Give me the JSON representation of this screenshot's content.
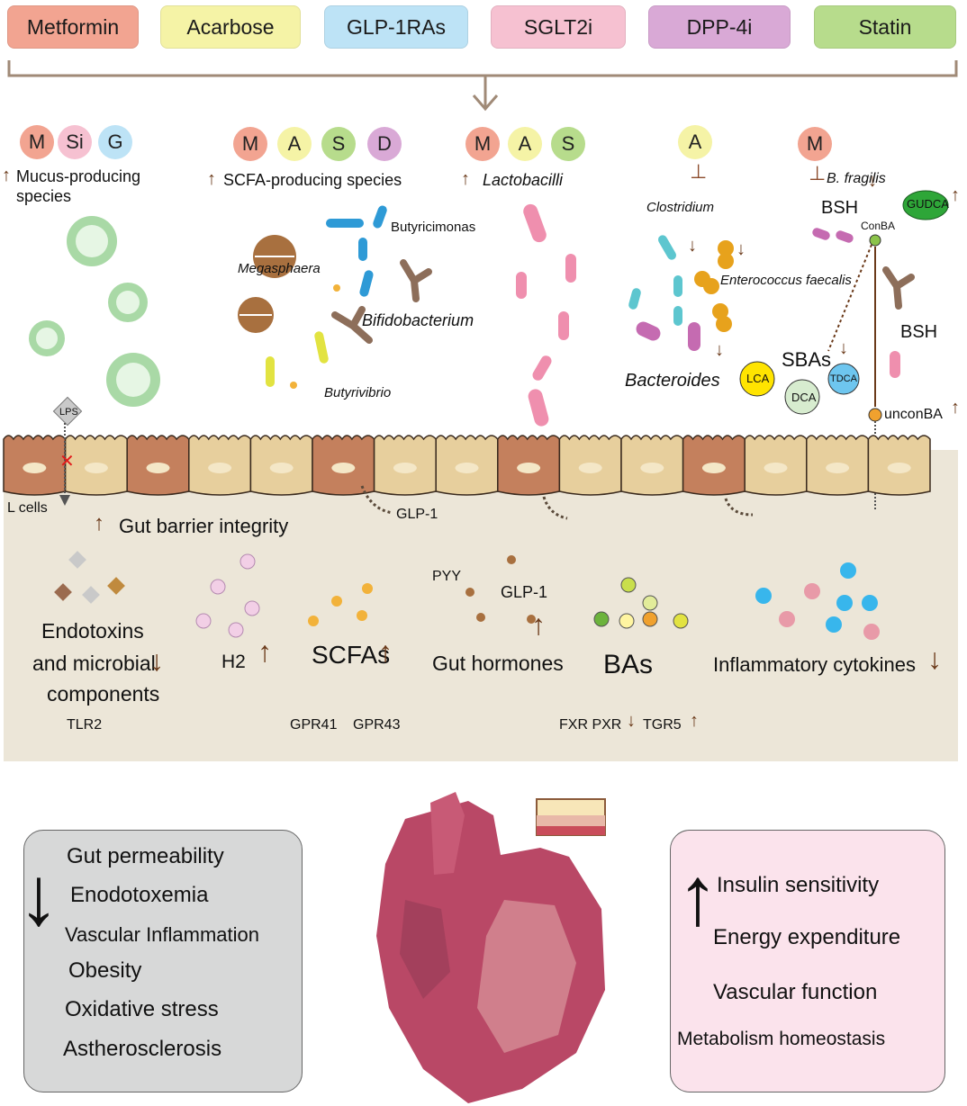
{
  "drugs": [
    {
      "label": "Metformin",
      "color": "#f2a491"
    },
    {
      "label": "Acarbose",
      "color": "#f5f3a6"
    },
    {
      "label": "GLP-1RAs",
      "color": "#bde3f6"
    },
    {
      "label": "SGLT2i",
      "color": "#f6c1d1"
    },
    {
      "label": "DPP-4i",
      "color": "#d9a9d6"
    },
    {
      "label": "Statin",
      "color": "#b7dc8c"
    }
  ],
  "groups": {
    "mucus": {
      "circles": [
        {
          "letter": "M",
          "color": "#f2a491"
        },
        {
          "letter": "Si",
          "color": "#f6c1d1"
        },
        {
          "letter": "G",
          "color": "#bde3f6"
        }
      ],
      "line1": "Mucus-producing",
      "line2": "species"
    },
    "scfa": {
      "circles": [
        {
          "letter": "M",
          "color": "#f2a491"
        },
        {
          "letter": "A",
          "color": "#f5f3a6"
        },
        {
          "letter": "S",
          "color": "#b7dc8c"
        },
        {
          "letter": "D",
          "color": "#d9a9d6"
        }
      ],
      "label": "SCFA-producing species"
    },
    "lacto": {
      "circles": [
        {
          "letter": "M",
          "color": "#f2a491"
        },
        {
          "letter": "A",
          "color": "#f5f3a6"
        },
        {
          "letter": "S",
          "color": "#b7dc8c"
        }
      ],
      "label": "Lactobacilli"
    },
    "clos": {
      "circle": {
        "letter": "A",
        "color": "#f5f3a6"
      },
      "label": "Clostridium"
    },
    "frag": {
      "circle": {
        "letter": "M",
        "color": "#f2a491"
      },
      "label": "B. fragilis"
    }
  },
  "species": {
    "butyricimonas": "Butyricimonas",
    "megasphaera": "Megasphaera",
    "bifidobacterium": "Bifidobacterium",
    "butyrivibrio": "Butyrivibrio",
    "enterococcus": "Enterococcus faecalis",
    "bacteroides": "Bacteroides"
  },
  "bile": {
    "bsh_top": "BSH",
    "gudca": "GUDCA",
    "conba": "ConBA",
    "bsh_right": "BSH",
    "sbas": "SBAs",
    "lca": "LCA",
    "dca": "DCA",
    "tdca": "TDCA",
    "unconba": "unconBA"
  },
  "epithelium": {
    "lps": "LPS",
    "l_cells": "L cells",
    "barrier": "Gut barrier integrity",
    "glp1": "GLP-1"
  },
  "lumen": {
    "endo1": "Endotoxins",
    "endo2": "and microbial",
    "endo3": "components",
    "tlr2": "TLR2",
    "h2": "H2",
    "scfas": "SCFAs",
    "gpr41": "GPR41",
    "gpr43": "GPR43",
    "pyy": "PYY",
    "glp1": "GLP-1",
    "hormones": "Gut hormones",
    "bas": "BAs",
    "fxr": "FXR PXR",
    "tgr5": "TGR5",
    "cytokines": "Inflammatory cytokines"
  },
  "left_box": {
    "items": [
      "Gut permeability",
      "Enodotoxemia",
      "Vascular Inflammation",
      "Obesity",
      "Oxidative stress",
      "Astherosclerosis"
    ]
  },
  "right_box": {
    "items": [
      "Insulin sensitivity",
      "Energy expenditure",
      "Vascular function",
      "Metabolism homeostasis"
    ]
  },
  "glyphs": {
    "up": "↑",
    "down": "↓",
    "x": "✕"
  },
  "colors": {
    "lumen_bg": "#ece6d8",
    "cell_tan": "#e7cf9d",
    "cell_brown": "#c4805d",
    "heart": "#b94866",
    "heart_light": "#d07f8c",
    "arrow_brown": "#6b3a1a",
    "left_box": "#d7d8d8",
    "right_box": "#fbe3ec"
  }
}
